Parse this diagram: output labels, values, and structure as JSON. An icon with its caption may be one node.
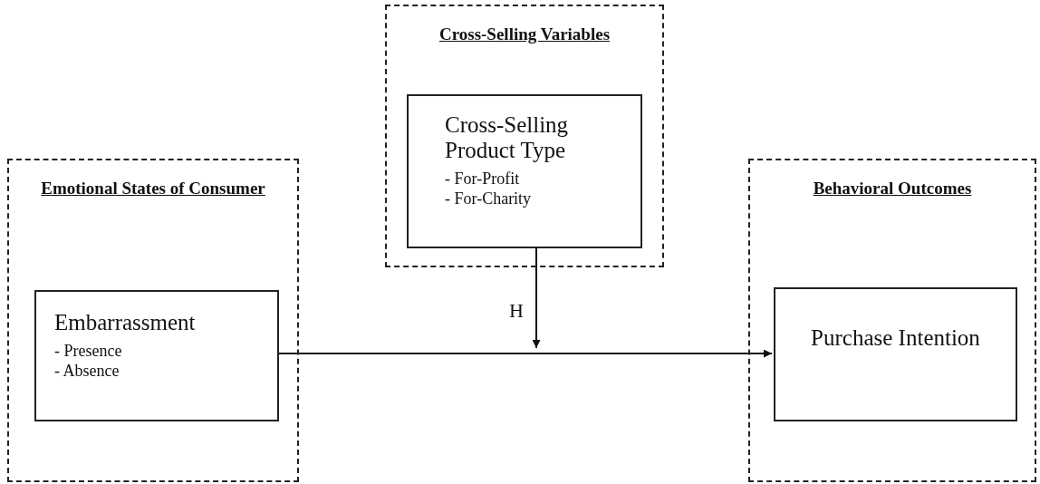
{
  "diagram": {
    "nodes": [
      {
        "text": [
          "Emotional States of Consumer"
        ]
      },
      {
        "text": [
          "Embarrassment",
          "- Presence",
          "- Absence"
        ],
        "in": 0
      },
      {
        "text": [
          "Cross-Selling Variables"
        ]
      },
      {
        "text": [
          "Cross-Selling Product Type",
          "- For-Profit",
          "- For-Charity"
        ],
        "in": 2
      },
      {
        "text": [
          "Behavioral Outcomes"
        ]
      },
      {
        "text": [
          "Purchase Intention"
        ],
        "in": 4
      }
    ],
    "edges": [
      {
        "from": 1,
        "to": 5,
        "arrow": "to"
      },
      {
        "from": 3,
        "to": null,
        "arrow": "to",
        "label": "H"
      }
    ]
  }
}
